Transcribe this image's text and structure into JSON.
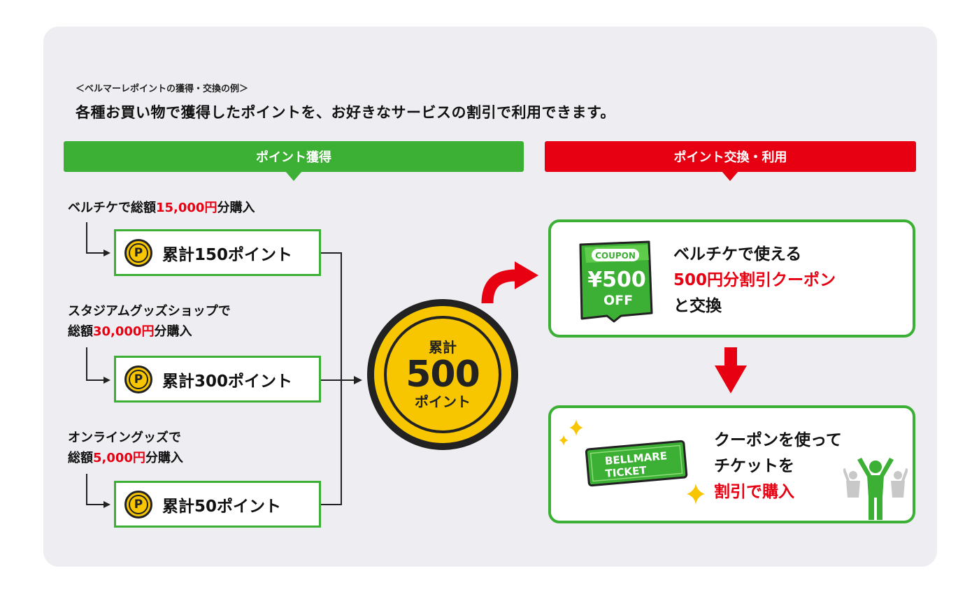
{
  "caption": "＜ベルマーレポイントの獲得・交換の例＞",
  "headline": "各種お買い物で獲得したポイントを、お好きなサービスの割引で利用できます。",
  "banners": {
    "earn": "ポイント獲得",
    "exchange": "ポイント交換・利用"
  },
  "purchases": [
    {
      "line1_pre": "ベルチケで総額",
      "amount": "15,000円",
      "line1_post": "分購入",
      "points_label": "累計150ポイント"
    },
    {
      "line1": "スタジアムグッズショップで",
      "line2_pre": "総額",
      "amount": "30,000円",
      "line2_post": "分購入",
      "points_label": "累計300ポイント"
    },
    {
      "line1": "オンライングッズで",
      "line2_pre": "総額",
      "amount": "5,000円",
      "line2_post": "分購入",
      "points_label": "累計50ポイント"
    }
  ],
  "coin_symbol": "P",
  "total": {
    "top": "累計",
    "number": "500",
    "bottom": "ポイント"
  },
  "exchange_card": {
    "line1": "ベルチケで使える",
    "line2": "500円分割引クーポン",
    "line3": "と交換",
    "coupon": {
      "tag": "COUPON",
      "value": "¥500",
      "off": "OFF"
    }
  },
  "use_card": {
    "line1": "クーポンを使って",
    "line2": "チケットを",
    "line3": "割引で購入",
    "ticket": {
      "line1": "BELLMARE",
      "line2": "TICKET"
    }
  },
  "colors": {
    "green": "#3cb034",
    "red": "#e60012",
    "gold": "#f7c600",
    "panel": "#eeeef2"
  },
  "icons": [
    "point-coin-icon",
    "coupon-icon",
    "ticket-icon",
    "sparkle-icon",
    "cheering-person-icon",
    "down-arrow-icon",
    "curved-arrow-icon"
  ]
}
